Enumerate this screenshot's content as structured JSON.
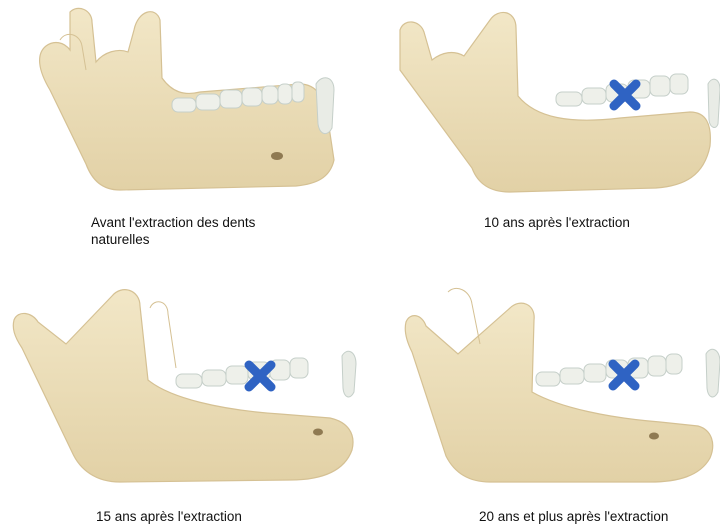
{
  "panels": [
    {
      "caption": "Avant l'extraction des dents naturelles",
      "marker": "none"
    },
    {
      "caption": "10 ans après l'extraction",
      "marker": "x-mark-icon"
    },
    {
      "caption": "15 ans après l'extraction",
      "marker": "x-mark-icon"
    },
    {
      "caption": "20 ans et plus après l'extraction",
      "marker": "x-mark-icon"
    }
  ],
  "colors": {
    "bone": "#efe3c1",
    "bone_shadow": "#d9c79c",
    "tooth": "#eef0ea",
    "tooth_shadow": "#c9d2cc",
    "marker": "#2f63c3"
  }
}
